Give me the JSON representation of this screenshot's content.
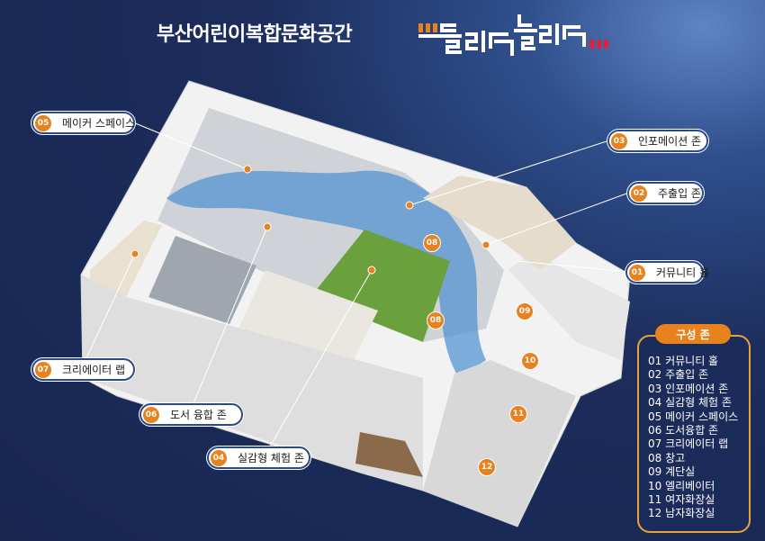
{
  "title": "부산어린이복합문화공간",
  "logo": {
    "text": "들락날락",
    "colors": {
      "orange": "#e8821f",
      "red": "#d9243a",
      "white": "#ffffff"
    }
  },
  "colors": {
    "accent": "#e8821f",
    "background": "#1c2d5c"
  },
  "callouts": [
    {
      "num": "05",
      "label": "메이커 스페이스"
    },
    {
      "num": "03",
      "label": "인포메이션 존"
    },
    {
      "num": "02",
      "label": "주출입 존"
    },
    {
      "num": "01",
      "label": "커뮤니티 홀"
    },
    {
      "num": "07",
      "label": "크리에이터 랩"
    },
    {
      "num": "06",
      "label": "도서 융합 존"
    },
    {
      "num": "04",
      "label": "실감형 체험 존"
    }
  ],
  "markers": [
    "08",
    "08",
    "09",
    "10",
    "11",
    "12"
  ],
  "legend": {
    "title": "구성 존",
    "items": [
      "01 커뮤니티 홀",
      "02 주출입 존",
      "03 인포메이션 존",
      "04 실감형 체험 존",
      "05 메이커 스페이스",
      "06 도서융합 존",
      "07 크리에이터 랩",
      "08 창고",
      "09 계단실",
      "10 엘리베이터",
      "11 여자화장실",
      "12 남자화장실"
    ]
  }
}
